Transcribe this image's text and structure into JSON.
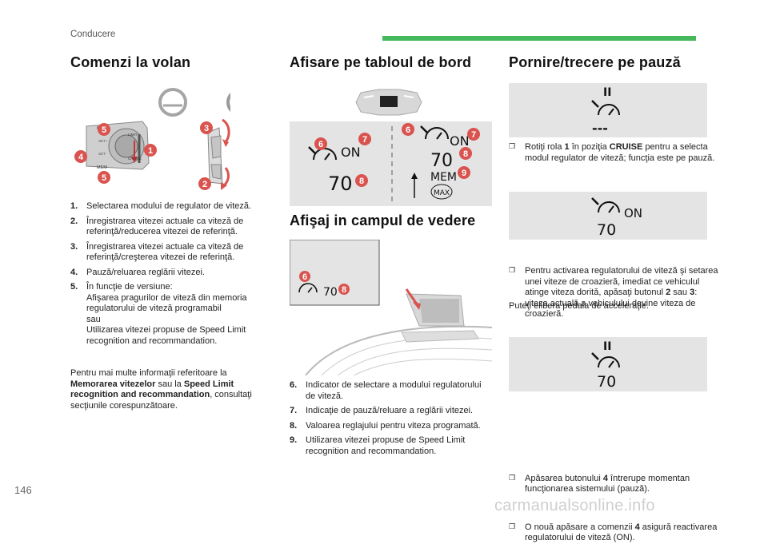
{
  "header": {
    "section": "Conducere"
  },
  "page_number": "146",
  "watermark": "carmanualsonline.info",
  "col1": {
    "title": "Comenzi la volan",
    "items": [
      {
        "num": "1.",
        "text": "Selectarea modului de regulator de viteză."
      },
      {
        "num": "2.",
        "text": "Înregistrarea vitezei actuale ca viteză de referinţă/reducerea vitezei de referinţă."
      },
      {
        "num": "3.",
        "text": "Înregistrarea vitezei actuale ca viteză de referinţă/creşterea vitezei de referinţă."
      },
      {
        "num": "4.",
        "text": "Pauză/reluarea reglării vitezei."
      },
      {
        "num": "5.",
        "text": "În funcţie de versiune:",
        "line2": "Afişarea pragurilor de viteză din memoria regulatorului de viteză programabil",
        "line3": "sau",
        "line4": "Utilizarea vitezei propuse de Speed Limit recognition and recommandation."
      }
    ],
    "para_pre": "Pentru mai multe informaţii referitoare la ",
    "para_b1": "Memorarea vitezelor",
    "para_mid": " sau la ",
    "para_b2": "Speed Limit recognition and recommandation",
    "para_post": ", consultaţi secţiunile corespunzătoare.",
    "figure_labels": {
      "c1": "1",
      "c2": "2",
      "c3": "3",
      "c4": "4",
      "c5a": "5",
      "c5b": "5",
      "mem": "MEM",
      "set_plus": "SET+",
      "set_minus": "SET-",
      "limit": "LIMIT",
      "cruise": "CRUISE"
    }
  },
  "col2": {
    "title": "Afisare pe tabloul de bord",
    "hud_title": "Afişaj in campul de vedere",
    "dash": {
      "on_left": "ON",
      "val_left": "70",
      "on_right": "ON",
      "val_right": "70",
      "mem": "MEM",
      "max": "MAX",
      "c6a": "6",
      "c7a": "7",
      "c8a": "8",
      "c6b": "6",
      "c7b": "7",
      "c8b": "8",
      "c9": "9"
    },
    "hud": {
      "val": "70",
      "c6": "6",
      "c8": "8"
    },
    "items": [
      {
        "num": "6.",
        "text": "Indicator de selectare a modului regulatorului de viteză."
      },
      {
        "num": "7.",
        "text": "Indicaţie de pauză/reluare a reglării vitezei."
      },
      {
        "num": "8.",
        "text": "Valoarea reglajului pentru viteza programată."
      },
      {
        "num": "9.",
        "text": "Utilizarea vitezei propuse de Speed Limit recognition and recommandation."
      }
    ]
  },
  "col3": {
    "title": "Pornire/trecere pe pauză",
    "panel1": {
      "pause": "II",
      "dashes": "---"
    },
    "panel2": {
      "on": "ON",
      "val": "70"
    },
    "panel3": {
      "pause": "II",
      "val": "70"
    },
    "b1_pre": "Rotiţi rola ",
    "b1_b1": "1",
    "b1_mid": " în poziţia ",
    "b1_b2": "CRUISE",
    "b1_post": " pentru a selecta modul regulator de viteză; funcţia este pe pauză.",
    "b2_pre": "Pentru activarea regulatorului de viteză şi setarea unei viteze de croazieră, imediat ce vehiculul atinge viteza dorită, apăsaţi butonul ",
    "b2_b1": "2",
    "b2_mid": " sau ",
    "b2_b2": "3",
    "b2_post": ": viteza actuală a vehiculului devine viteza de croazieră.",
    "b2_after": "Puteţi elibera pedala de acceleraţie.",
    "b3_pre": "Apăsarea butonului ",
    "b3_b1": "4",
    "b3_post": " întrerupe momentan funcţionarea sistemului (pauză).",
    "b4_pre": "O nouă apăsare a comenzii ",
    "b4_b1": "4",
    "b4_post": " asigură reactivarea regulatorului de viteză (ON)."
  },
  "colors": {
    "accent_green": "#44b85a",
    "callout_red": "#d9534f",
    "panel_grey": "#e4e4e4"
  },
  "icons": {
    "bullet": "checkbox-bullet-icon",
    "speedometer": "speedometer-icon",
    "steering": "steering-wheel-icon"
  }
}
